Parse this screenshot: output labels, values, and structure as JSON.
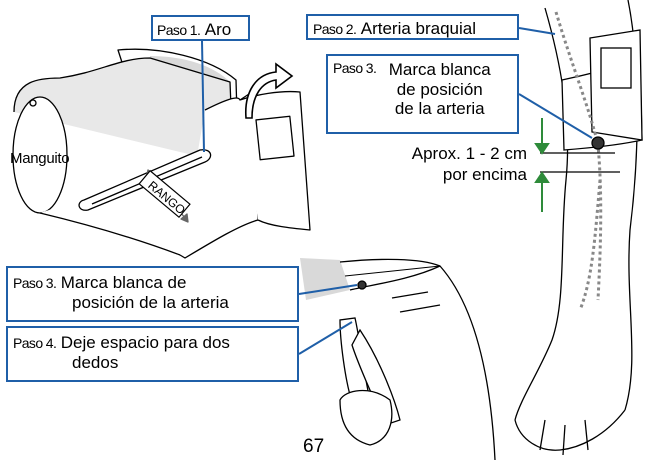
{
  "callouts": {
    "step1": {
      "step": "Paso 1.",
      "text": "Aro"
    },
    "step2": {
      "step": "Paso 2.",
      "text": "Arteria braquial"
    },
    "step3_top": {
      "step": "Paso 3.",
      "text_lines": [
        "Marca blanca",
        "de posición",
        "de la arteria"
      ]
    },
    "step3_bottom": {
      "step": "Paso 3.",
      "text_lines": [
        "Marca blanca de",
        "posición de la arteria"
      ]
    },
    "step4": {
      "step": "Paso 4.",
      "text_lines": [
        "Deje espacio para dos",
        "dedos"
      ]
    }
  },
  "labels": {
    "manguito": "Manguito",
    "rango": "RANGO",
    "aprox_line1": "Aprox. 1 - 2 cm",
    "aprox_line2": "por encima"
  },
  "page_number": "67",
  "colors": {
    "callout_border": "#1f5fa8",
    "arrow_green": "#2e8b3a",
    "line": "#000000",
    "fill_gray": "#d9d9d9"
  }
}
